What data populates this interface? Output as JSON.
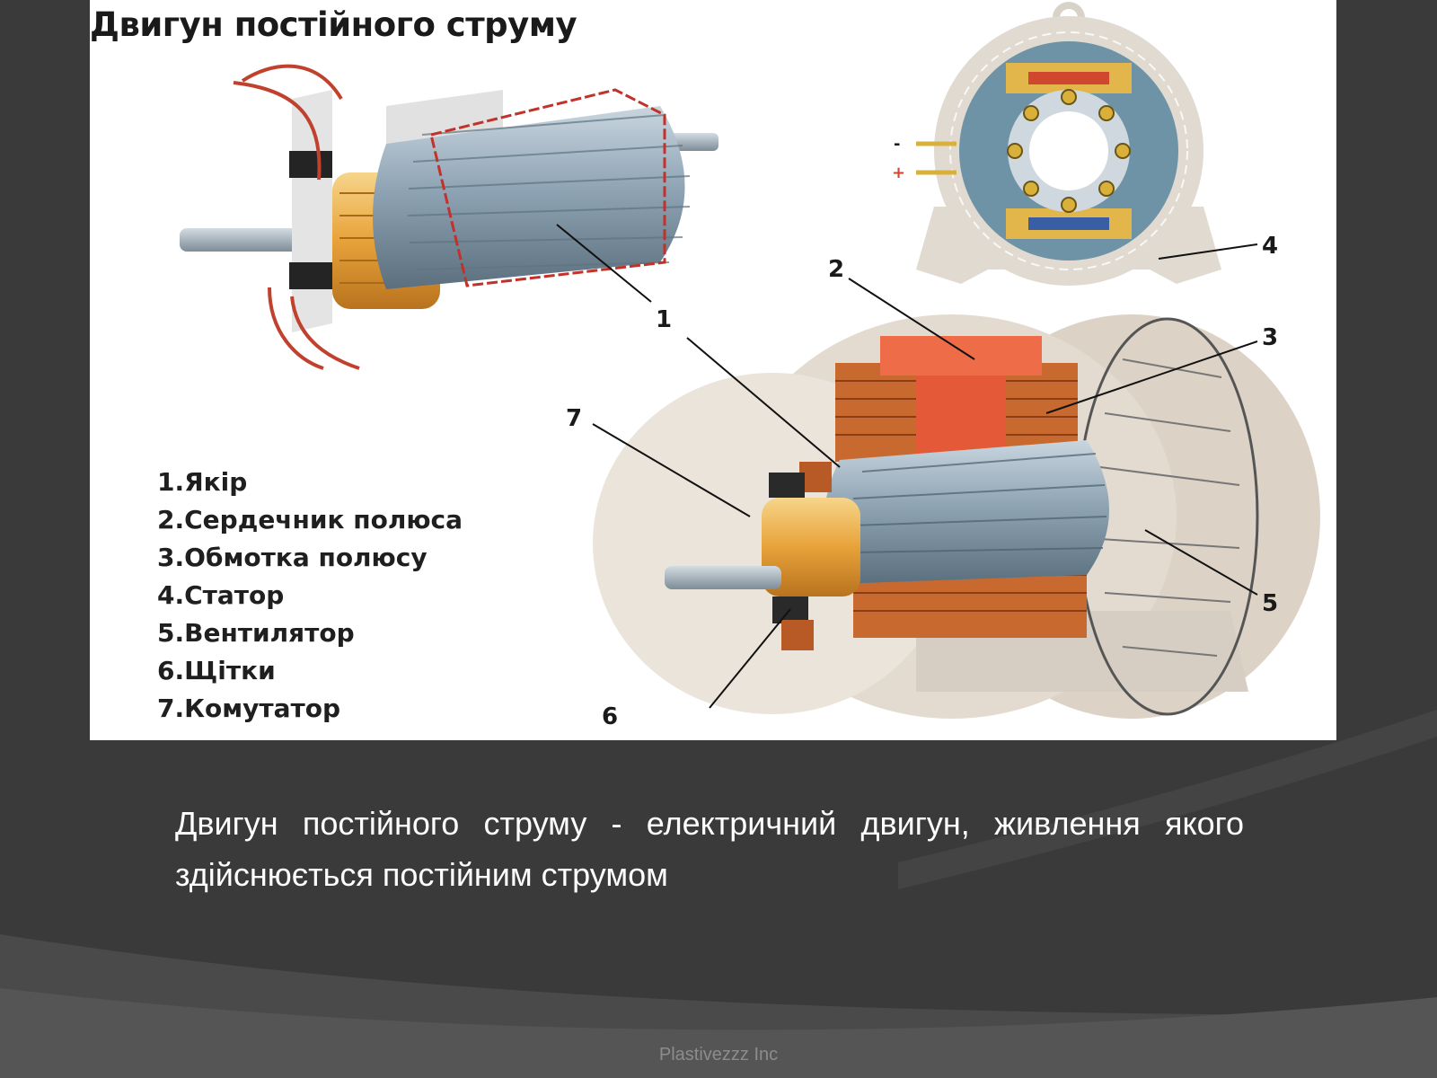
{
  "slide": {
    "title": "Двигун постійного струму",
    "legend": [
      "1.Якір",
      "2.Сердечник полюса",
      "3.Обмотка полюсу",
      "4.Статор",
      "5.Вентилятор",
      "6.Щітки",
      "7.Комутатор"
    ],
    "callouts": [
      "1",
      "2",
      "3",
      "4",
      "5",
      "6",
      "7"
    ],
    "terminal_minus": "-",
    "terminal_plus": "+",
    "definition": "Двигун постійного струму - електричний двигун, живлення якого здійснюється постійним струмом",
    "footer": "Plastivezzz Inc"
  },
  "colors": {
    "background": "#3a3a3a",
    "accent_orange": "#e8a23a",
    "armature_steel": "#8fa4b4",
    "pole_red": "#e45a38",
    "coil_brown": "#c86a30",
    "housing": "#ddd6cc"
  }
}
